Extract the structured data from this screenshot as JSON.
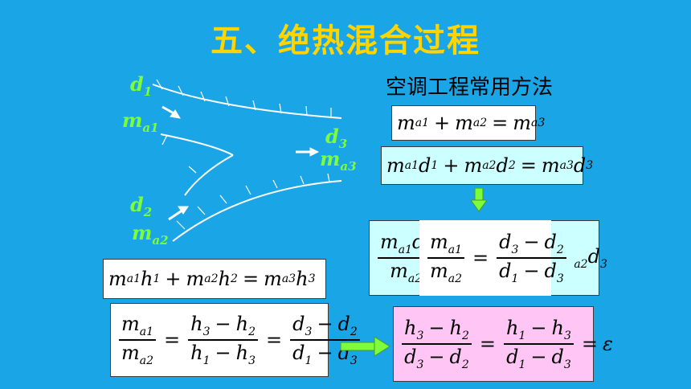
{
  "title": "五、绝热混合过程",
  "subtitle": "空调工程常用方法",
  "labels": {
    "d1": {
      "base": "d",
      "sub": "1"
    },
    "ma1": {
      "base": "m",
      "sub": "a1"
    },
    "d2": {
      "base": "d",
      "sub": "2"
    },
    "ma2": {
      "base": "m",
      "sub": "a2"
    },
    "d3": {
      "base": "d",
      "sub": "3"
    },
    "ma3": {
      "base": "m",
      "sub": "a3"
    }
  },
  "colors": {
    "background": "#1aa6e6",
    "title": "#ffd400",
    "labels": "#7cfc3a",
    "arrow": "#7cfc3a",
    "pink_box": "#ffc6f5",
    "cyan_box": "#ccffff"
  },
  "eq": {
    "m": "m",
    "d": "d",
    "h": "h",
    "eps": "ε",
    "plus": "+",
    "minus": "−",
    "equals": "=",
    "a1": "a1",
    "a2": "a2",
    "a3": "a3",
    "one": "1",
    "two": "2",
    "three": "3"
  },
  "partial_text": "a2"
}
